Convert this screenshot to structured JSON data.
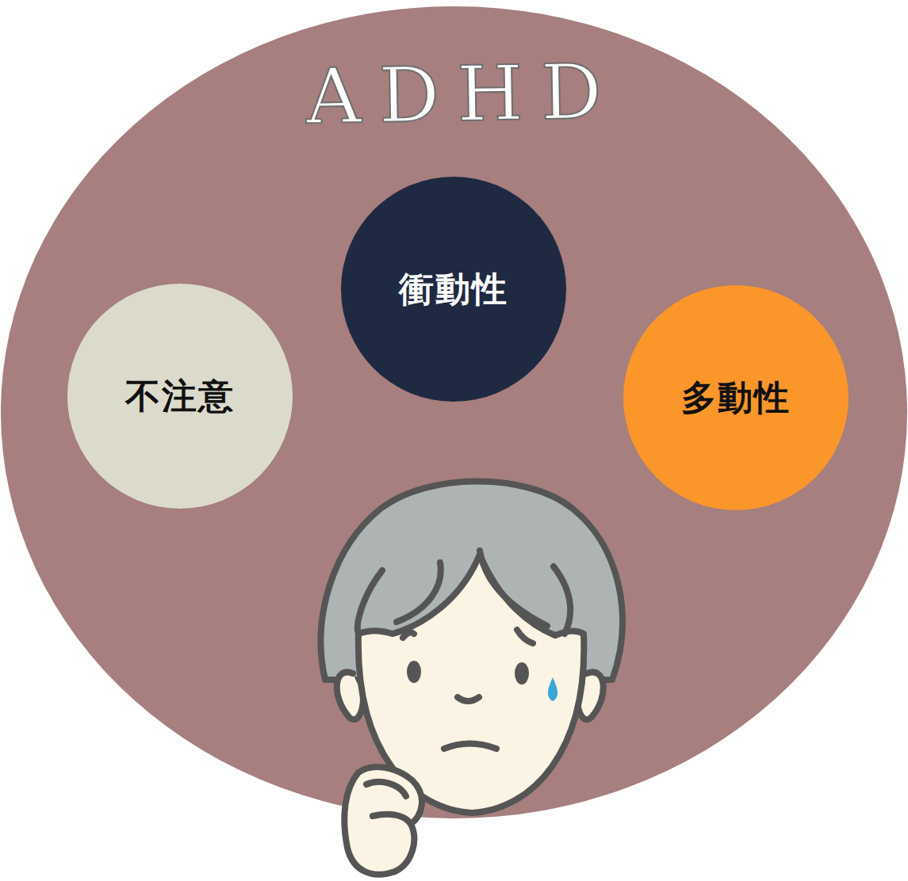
{
  "diagram": {
    "nodes": [
      {
        "text": [
          "ADHD"
        ]
      },
      {
        "text": [
          "衝動性"
        ],
        "in": 0
      },
      {
        "text": [
          "不注意"
        ],
        "in": 0
      },
      {
        "text": [
          "多動性"
        ],
        "in": 0
      }
    ]
  }
}
